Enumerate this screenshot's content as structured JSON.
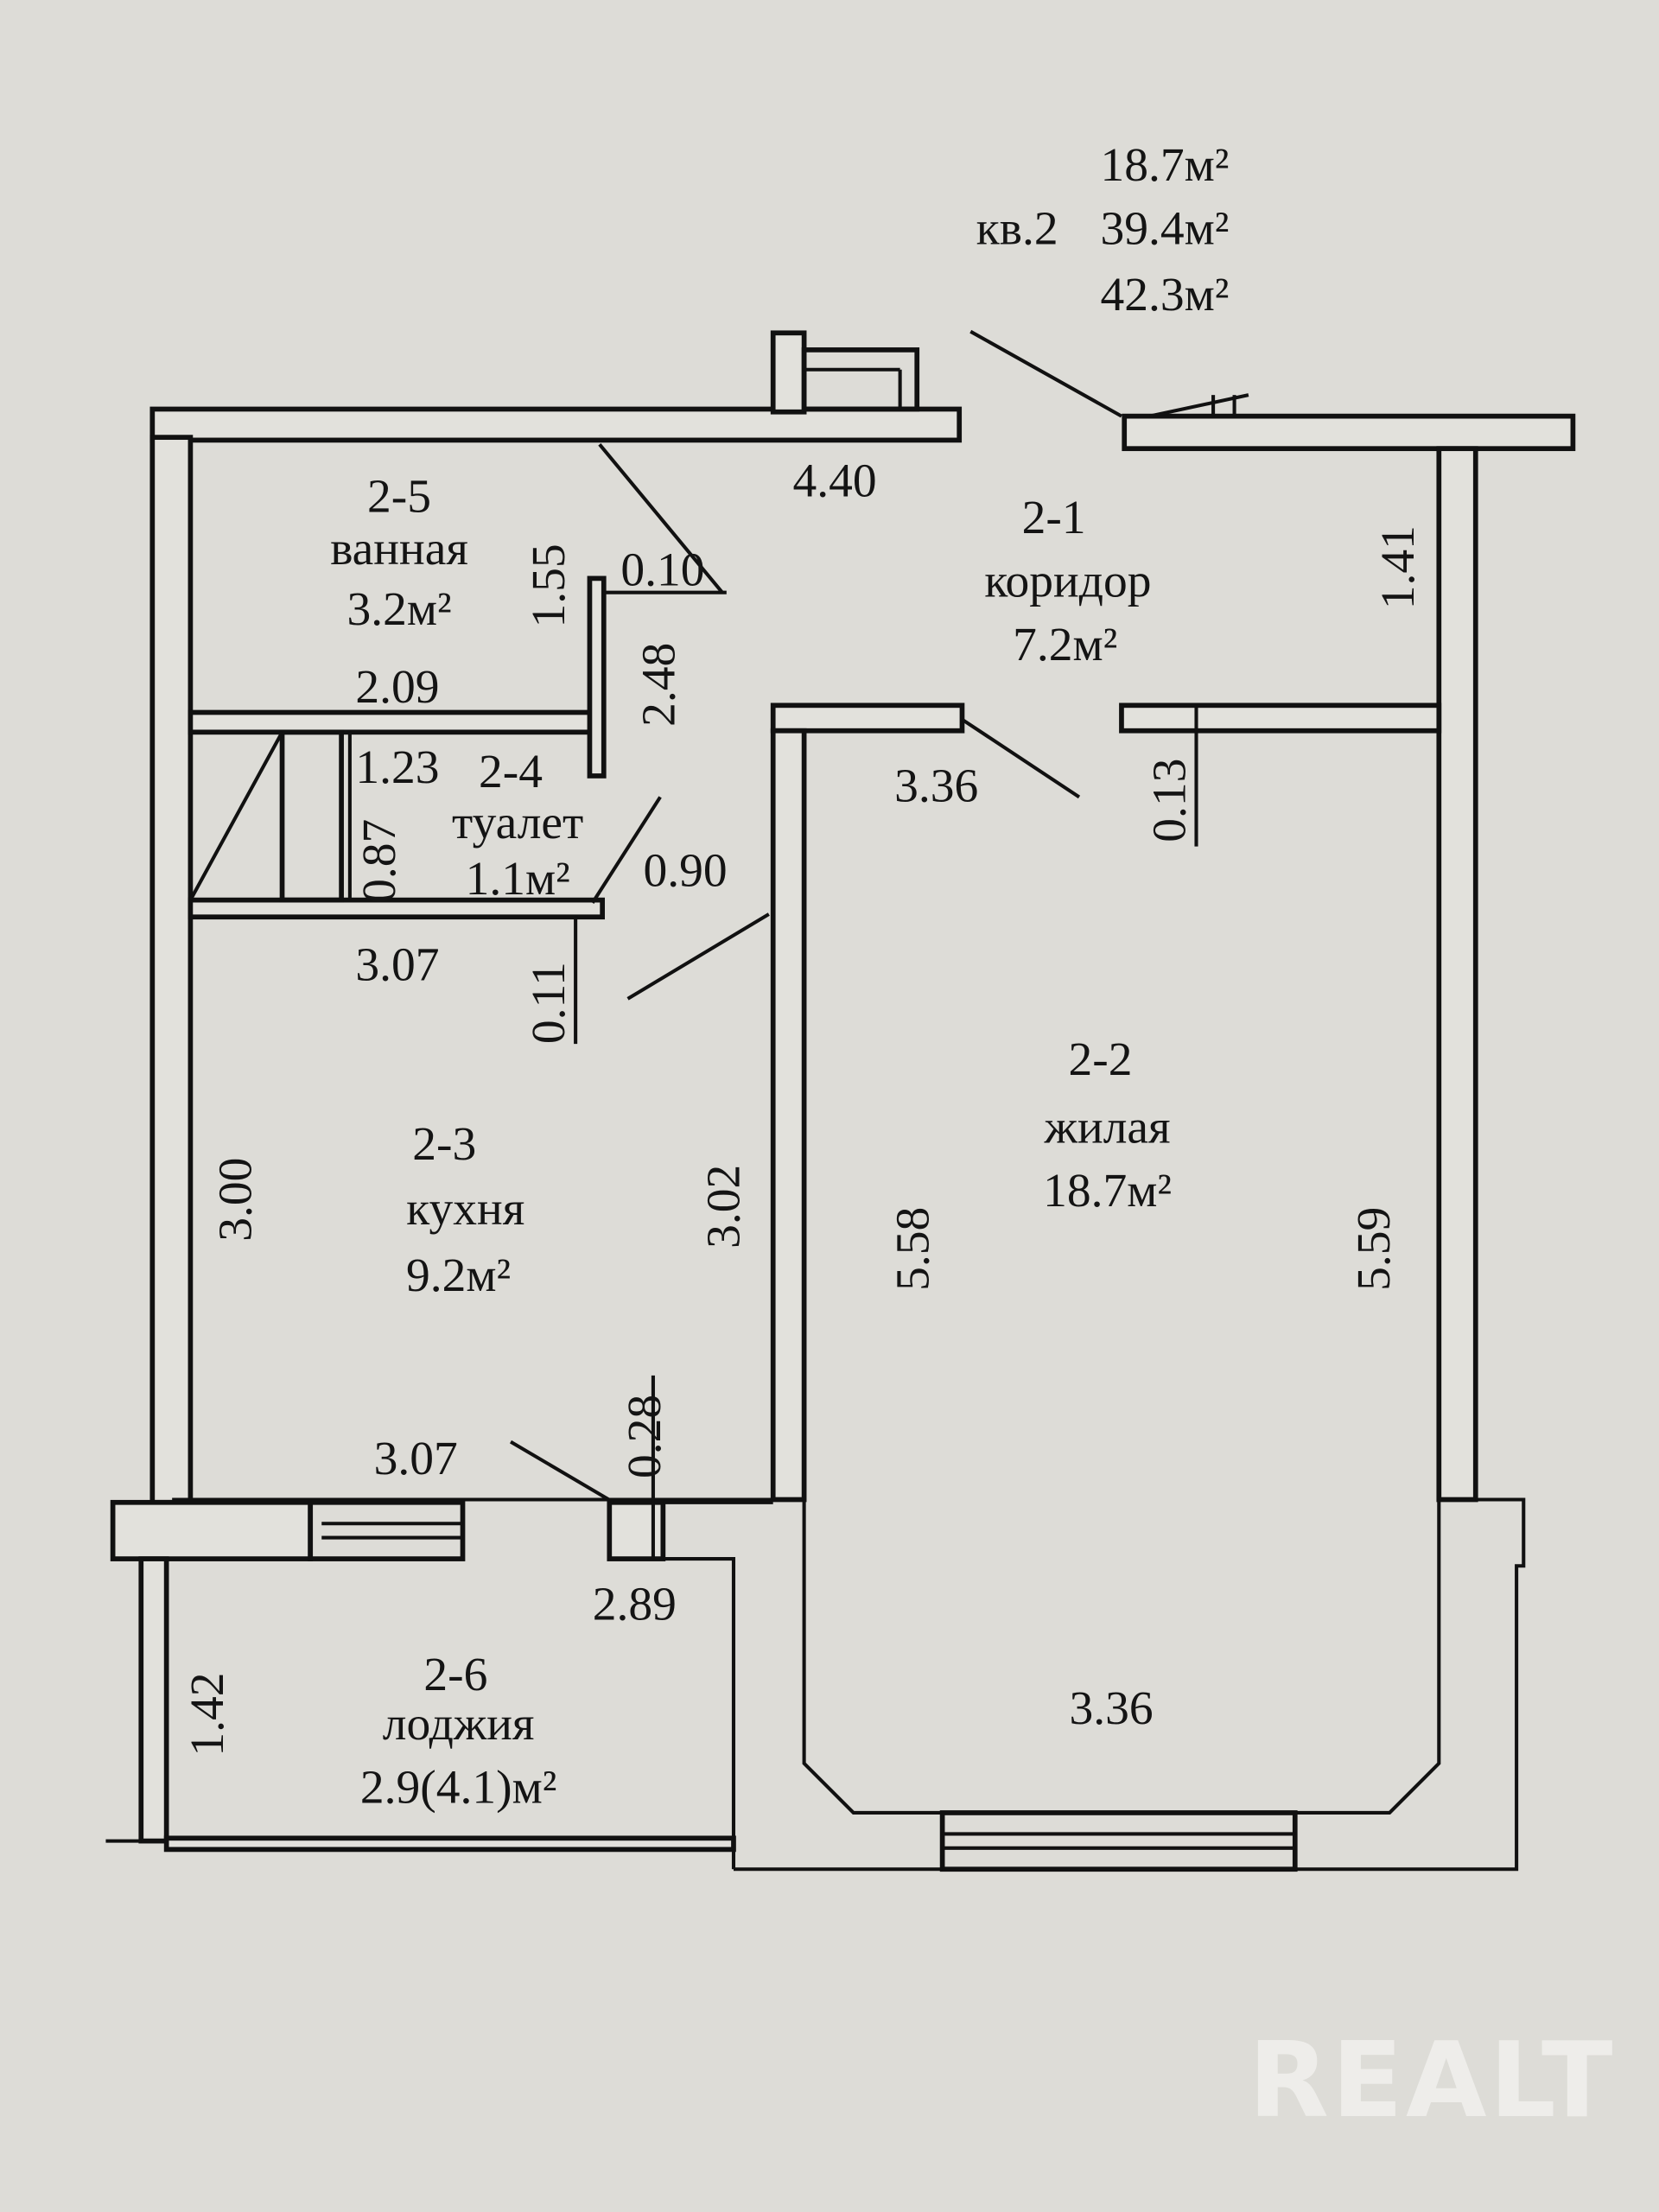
{
  "summary": {
    "apartment_label": "кв.2",
    "living_area": "18.7м²",
    "total_area": "39.4м²",
    "total_with_loggia": "42.3м²"
  },
  "rooms": [
    {
      "id": "2-1",
      "name": "коридор",
      "area": "7.2м²"
    },
    {
      "id": "2-2",
      "name": "жилая",
      "area": "18.7м²"
    },
    {
      "id": "2-3",
      "name": "кухня",
      "area": "9.2м²"
    },
    {
      "id": "2-4",
      "name": "туалет",
      "area": "1.1м²"
    },
    {
      "id": "2-5",
      "name": "ванная",
      "area": "3.2м²"
    },
    {
      "id": "2-6",
      "name": "лоджия",
      "area": "2.9(4.1)м²"
    }
  ],
  "dimensions": {
    "corridor_width": "4.40",
    "corridor_right": "1.41",
    "bath_height": "1.55",
    "bath_gap": "0.10",
    "bath_width": "2.09",
    "partition_height": "2.48",
    "toilet_width": "1.23",
    "toilet_height": "0.87",
    "toilet_door": "0.90",
    "kitchen_top": "3.07",
    "kitchen_gap": "0.11",
    "bedroom_door_left": "3.36",
    "bedroom_door_gap": "0.13",
    "kitchen_left": "3.00",
    "kitchen_right": "3.02",
    "bedroom_left": "5.58",
    "bedroom_right": "5.59",
    "kitchen_bottom": "3.07",
    "kitchen_bottom_gap": "0.28",
    "loggia_width": "2.89",
    "loggia_height": "1.42",
    "bedroom_bottom": "3.36"
  },
  "watermark": "REALT"
}
